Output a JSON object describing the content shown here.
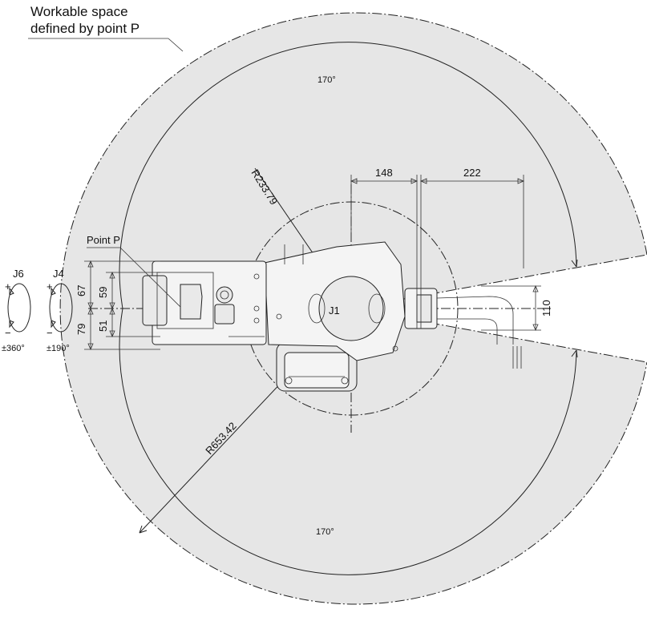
{
  "title": {
    "line1": "Workable space",
    "line2": "defined by point P"
  },
  "labels": {
    "point_p": "Point P",
    "j1": "J1",
    "j4": "J4",
    "j6": "J6",
    "j4_range": "±190°",
    "j6_range": "±360°",
    "plus": "+",
    "minus": "−",
    "angle_top": "170°",
    "angle_bottom": "170°"
  },
  "dimensions": {
    "r_inner": "R233.79",
    "r_outer": "R653.42",
    "dim_148": "148",
    "dim_222": "222",
    "dim_110": "110",
    "dim_67": "67",
    "dim_59": "59",
    "dim_51": "51",
    "dim_79": "79"
  },
  "colors": {
    "workspace_fill": "#e6e6e6",
    "line": "#222222",
    "background": "#ffffff"
  }
}
